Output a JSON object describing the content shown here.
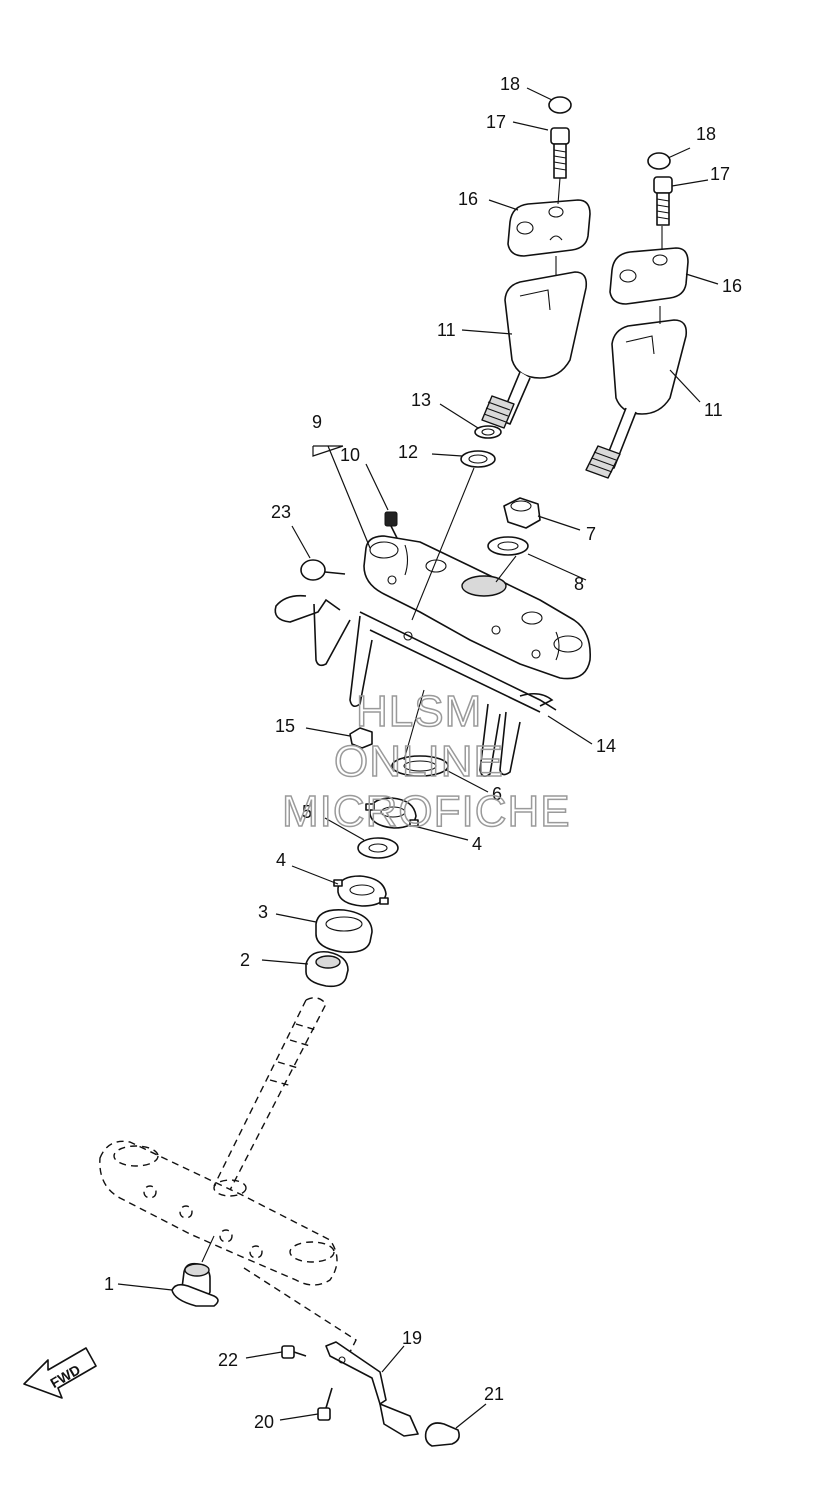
{
  "watermark": {
    "line1": "HLSM",
    "line2": "ONLINE",
    "line3": "MICROFICHE"
  },
  "direction_label": "FWD",
  "callouts": [
    {
      "id": "c18a",
      "text": "18"
    },
    {
      "id": "c17a",
      "text": "17"
    },
    {
      "id": "c16a",
      "text": "16"
    },
    {
      "id": "c18b",
      "text": "18"
    },
    {
      "id": "c17b",
      "text": "17"
    },
    {
      "id": "c16b",
      "text": "16"
    },
    {
      "id": "c11a",
      "text": "11"
    },
    {
      "id": "c11b",
      "text": "11"
    },
    {
      "id": "c13",
      "text": "13"
    },
    {
      "id": "c9",
      "text": "9"
    },
    {
      "id": "c10",
      "text": "10"
    },
    {
      "id": "c12",
      "text": "12"
    },
    {
      "id": "c23",
      "text": "23"
    },
    {
      "id": "c7",
      "text": "7"
    },
    {
      "id": "c8",
      "text": "8"
    },
    {
      "id": "c15",
      "text": "15"
    },
    {
      "id": "c14",
      "text": "14"
    },
    {
      "id": "c6",
      "text": "6"
    },
    {
      "id": "c5",
      "text": "5"
    },
    {
      "id": "c4a",
      "text": "4"
    },
    {
      "id": "c4b",
      "text": "4"
    },
    {
      "id": "c3",
      "text": "3"
    },
    {
      "id": "c2",
      "text": "2"
    },
    {
      "id": "c1",
      "text": "1"
    },
    {
      "id": "c19",
      "text": "19"
    },
    {
      "id": "c22",
      "text": "22"
    },
    {
      "id": "c21",
      "text": "21"
    },
    {
      "id": "c20",
      "text": "20"
    }
  ]
}
